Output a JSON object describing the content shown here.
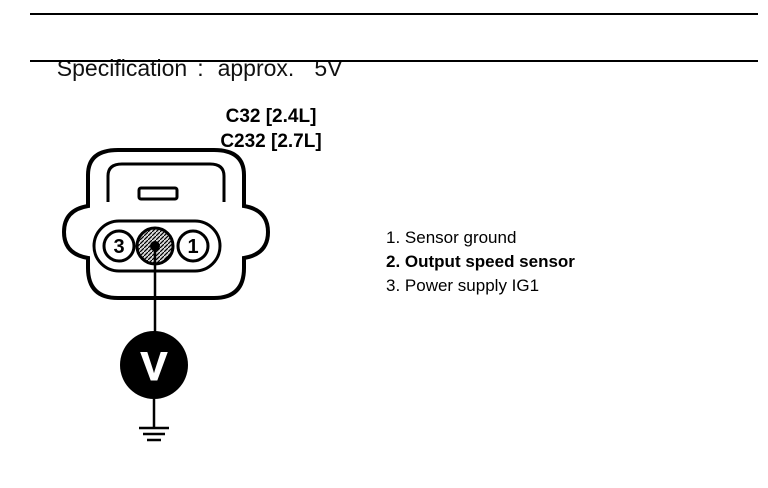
{
  "specification": {
    "label": "Specification",
    "separator": ":",
    "approx": "approx.",
    "value": "5V"
  },
  "connector": {
    "code_a": "C32 [2.4L]",
    "code_b": "C232 [2.7L]",
    "pin_left": "3",
    "pin_right": "1",
    "meter_symbol": "V"
  },
  "legend": {
    "items": [
      {
        "text": "1. Sensor ground"
      },
      {
        "text": "2. Output speed sensor"
      },
      {
        "text": "3. Power supply IG1"
      }
    ]
  },
  "icons": {
    "voltmeter": "voltmeter-icon",
    "ground": "ground-symbol-icon",
    "connector": "connector-icon"
  },
  "colors": {
    "ink": "#000000",
    "background": "#ffffff"
  }
}
